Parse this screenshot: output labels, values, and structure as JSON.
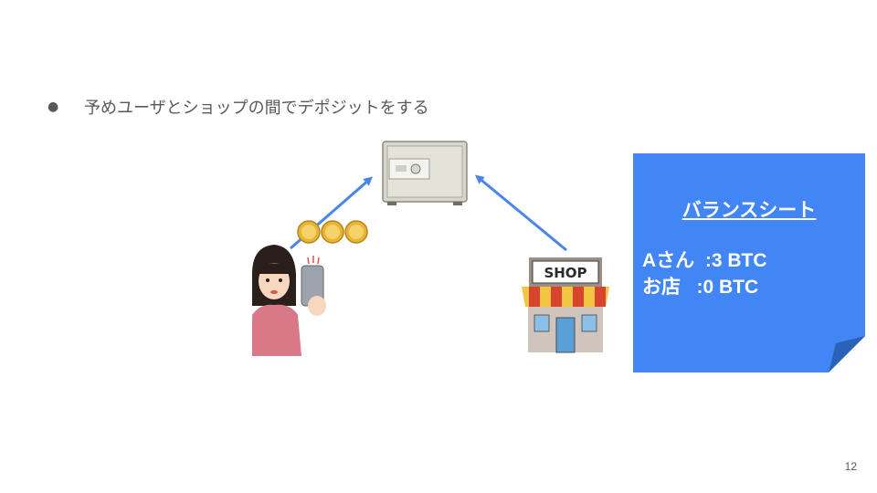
{
  "bullet": {
    "symbol": "●",
    "text": "予めユーザとショップの間でデポジットをする"
  },
  "illustrations": {
    "safe": "safe-icon",
    "coins": "bitcoin-coins-icon",
    "person": "woman-with-smartphone-icon",
    "shop_icon": "shop-storefront-icon",
    "shop_sign": "SHOP",
    "arrow_color": "#4a86e8"
  },
  "balance_sheet": {
    "title": "バランスシート",
    "lines": [
      "Aさん  :3 BTC",
      "お店   :0 BTC"
    ],
    "color": "#4285f4",
    "fold_color": "#2a62b8"
  },
  "page_number": "12"
}
